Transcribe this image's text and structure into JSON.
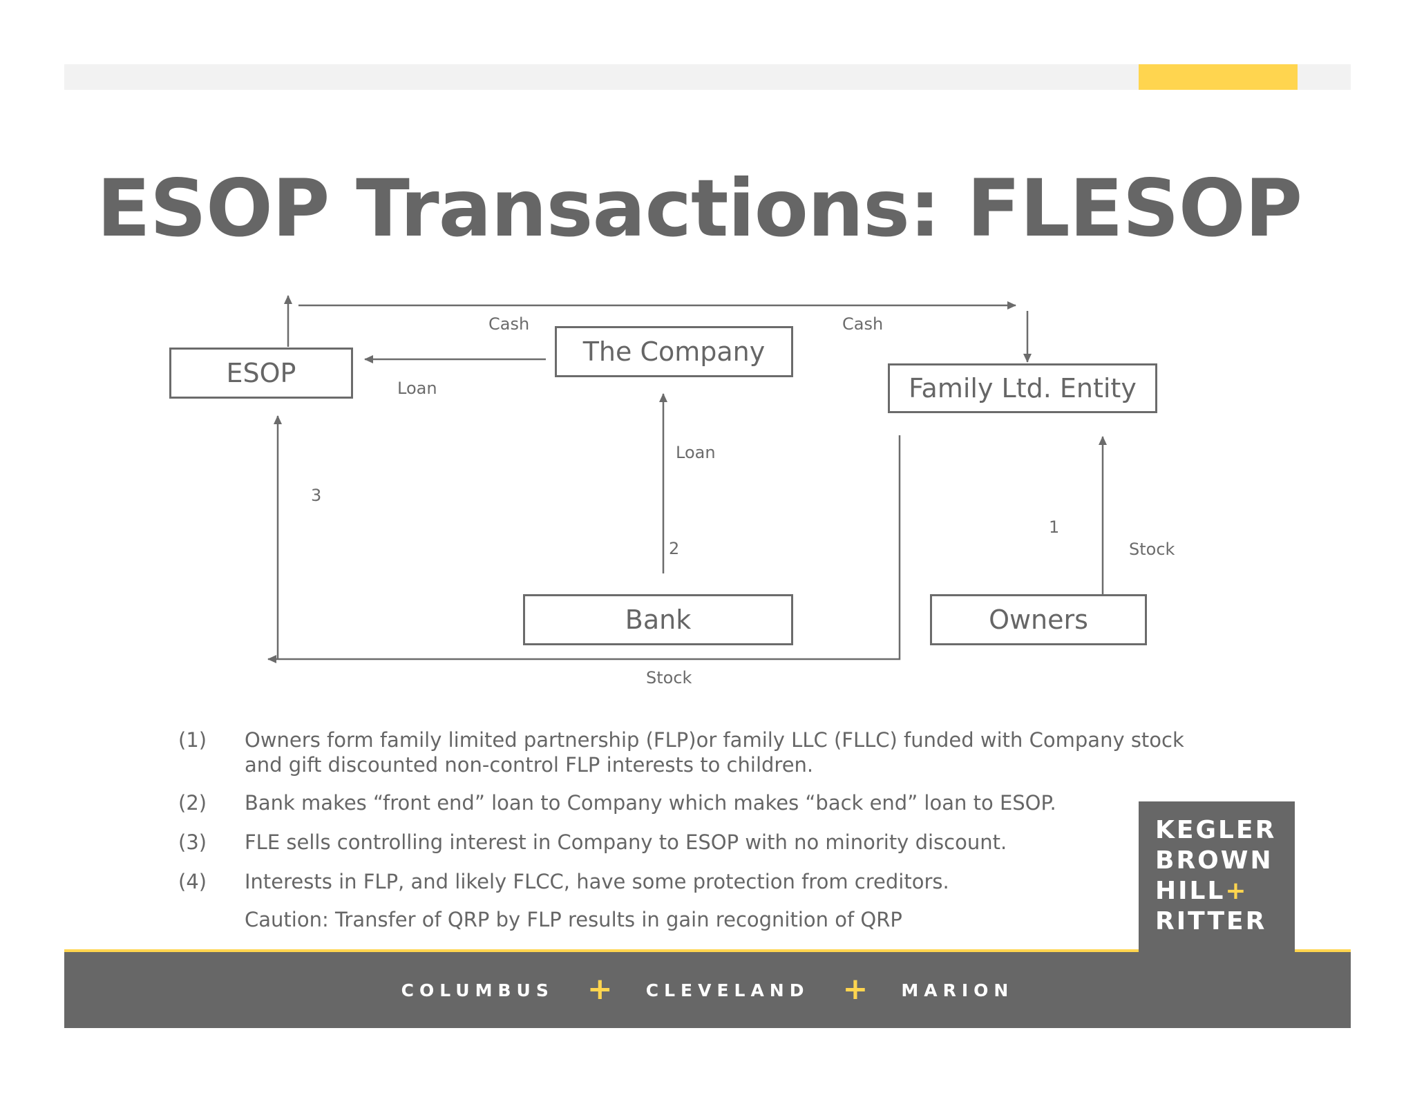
{
  "title": "ESOP Transactions: FLESOP",
  "diagram": {
    "nodes": {
      "esop": "ESOP",
      "company": "The Company",
      "family": "Family Ltd. Entity",
      "bank": "Bank",
      "owners": "Owners"
    },
    "edge_labels": {
      "cash_left": "Cash",
      "cash_right": "Cash",
      "loan_company_esop": "Loan",
      "loan_bank_company": "Loan",
      "step_1": "1",
      "step_2": "2",
      "step_3": "3",
      "stock_owners_family": "Stock",
      "stock_family_esop": "Stock"
    }
  },
  "notes": [
    {
      "num": "(1)",
      "lines": [
        "Owners form family limited partnership (FLP)or family LLC (FLLC) funded with Company stock",
        "and gift discounted non-control FLP interests to children."
      ]
    },
    {
      "num": "(2)",
      "lines": [
        "Bank makes “front end” loan to Company which makes “back end” loan to ESOP."
      ]
    },
    {
      "num": "(3)",
      "lines": [
        "FLE sells controlling interest in Company to ESOP with no minority discount."
      ]
    },
    {
      "num": "(4)",
      "lines": [
        "Interests in FLP, and likely FLCC, have some protection from creditors."
      ]
    },
    {
      "num": "",
      "lines": [
        "Caution: Transfer of QRP by FLP results in gain recognition of QRP"
      ]
    }
  ],
  "footer": {
    "cities": [
      "COLUMBUS",
      "CLEVELAND",
      "MARION"
    ],
    "separator": "+"
  },
  "logo": {
    "lines": [
      "KEGLER",
      "BROWN",
      "HILL",
      "RITTER"
    ],
    "plus": "+"
  },
  "colors": {
    "text_gray": "#666666",
    "accent_yellow": "#ffd54f",
    "footer_gray": "#676767",
    "top_bar": "#f2f2f2"
  }
}
